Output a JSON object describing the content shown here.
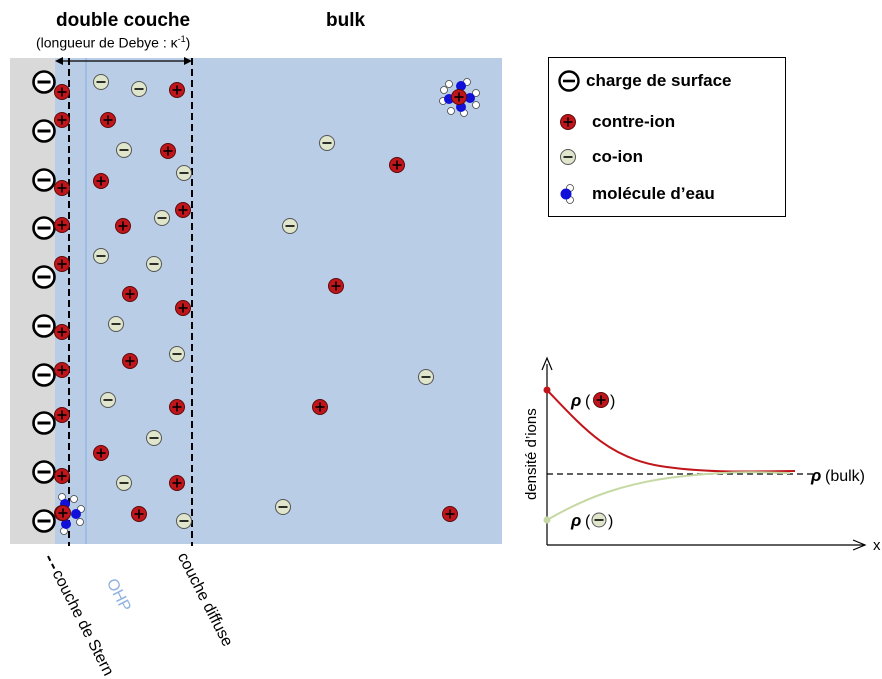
{
  "title_double_couche": "double couche",
  "title_debye": "(longueur de Debye : κ",
  "title_debye_sup": "-1",
  "title_debye_end": ")",
  "title_bulk": "bulk",
  "legend": {
    "surface_charge": "charge de surface",
    "counter_ion": "contre-ion",
    "co_ion": "co-ion",
    "water": "molécule d’eau"
  },
  "labels": {
    "stern": "couche de Stern",
    "ohp": "OHP",
    "diffuse": "couche diffuse"
  },
  "plot": {
    "ylabel": "densité d’ions",
    "xlabel": "x",
    "rho_plus": "ρ",
    "rho_minus": "ρ",
    "rho_bulk": "ρ",
    "bulk_text": "(bulk)"
  },
  "colors": {
    "surface": "#d9d9d9",
    "solution": "#b9cde6",
    "counter_ion": "#c0161b",
    "co_ion": "#dfe6cc",
    "water_o": "#1010d8",
    "curve_plus": "#c0161b",
    "curve_minus": "#c6d9a4"
  }
}
